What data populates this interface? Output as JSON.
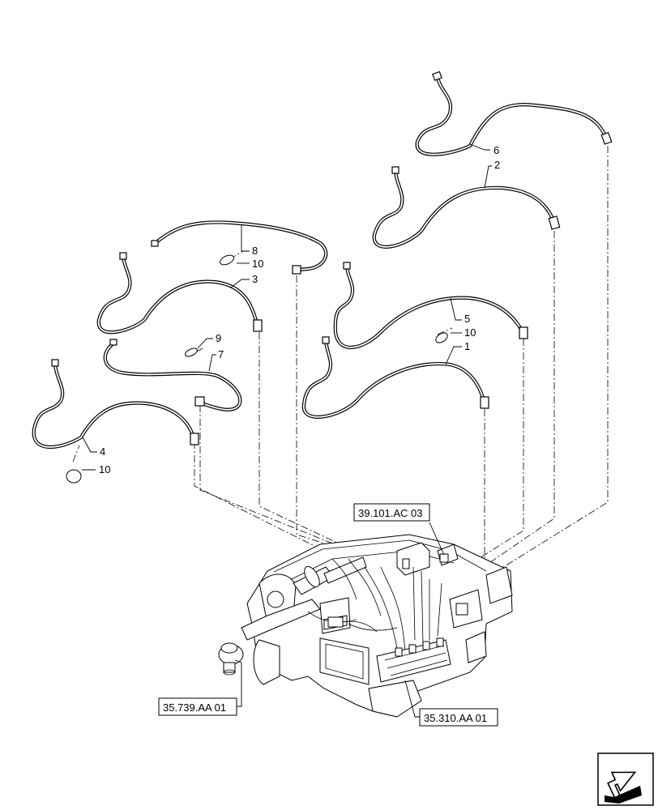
{
  "callouts": [
    {
      "id": "c6",
      "label": "6"
    },
    {
      "id": "c2",
      "label": "2"
    },
    {
      "id": "c8",
      "label": "8"
    },
    {
      "id": "c10a",
      "label": "10"
    },
    {
      "id": "c3",
      "label": "3"
    },
    {
      "id": "c5",
      "label": "5"
    },
    {
      "id": "c10b",
      "label": "10"
    },
    {
      "id": "c9",
      "label": "9"
    },
    {
      "id": "c7",
      "label": "7"
    },
    {
      "id": "c1",
      "label": "1"
    },
    {
      "id": "c4",
      "label": "4"
    },
    {
      "id": "c10c",
      "label": "10"
    }
  ],
  "references": {
    "top": "39.101.AC 03",
    "left": "35.739.AA 01",
    "right": "35.310.AA 01"
  },
  "nav_icon": "arrow-icon"
}
